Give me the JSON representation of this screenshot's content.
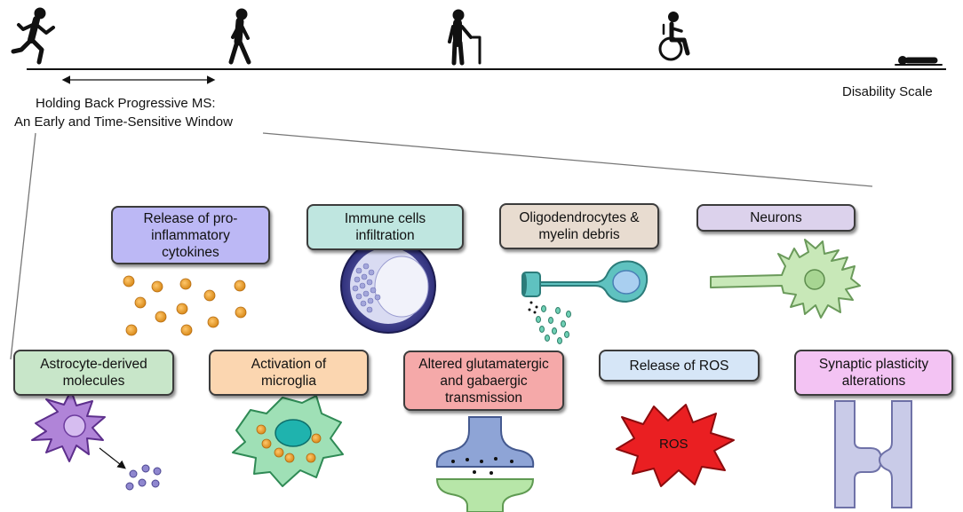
{
  "timeline": {
    "window_label_line1": "Holding Back Progressive MS:",
    "window_label_line2": "An Early and Time-Sensitive Window",
    "axis_label": "Disability Scale",
    "figure_icons": [
      "running-person-icon",
      "walking-person-icon",
      "person-with-cane-icon",
      "wheelchair-user-icon",
      "bedridden-person-icon"
    ]
  },
  "factors": {
    "cytokines": {
      "label": "Release of pro-\ninflammatory\ncytokines",
      "color": "#bcb8f5"
    },
    "immune": {
      "label": "Immune cells\ninfiltration",
      "color": "#bfe6e0"
    },
    "oligo": {
      "label": "Oligodendrocytes &\nmyelin debris",
      "color": "#e8dcd0"
    },
    "neurons": {
      "label": "Neurons",
      "color": "#dcd2ec"
    },
    "astro": {
      "label": "Astrocyte-derived\nmolecules",
      "color": "#c8e6c9"
    },
    "microglia": {
      "label": "Activation of\nmicroglia",
      "color": "#fbd6b0"
    },
    "glutamate": {
      "label": "Altered glutamatergic\nand gabaergic\ntransmission",
      "color": "#f5a9a9"
    },
    "ros": {
      "label": "Release of ROS",
      "color": "#d6e6f7"
    },
    "synaptic": {
      "label": "Synaptic plasticity\nalterations",
      "color": "#f3c3f3"
    }
  },
  "illustrations": {
    "ros_text": "ROS"
  }
}
